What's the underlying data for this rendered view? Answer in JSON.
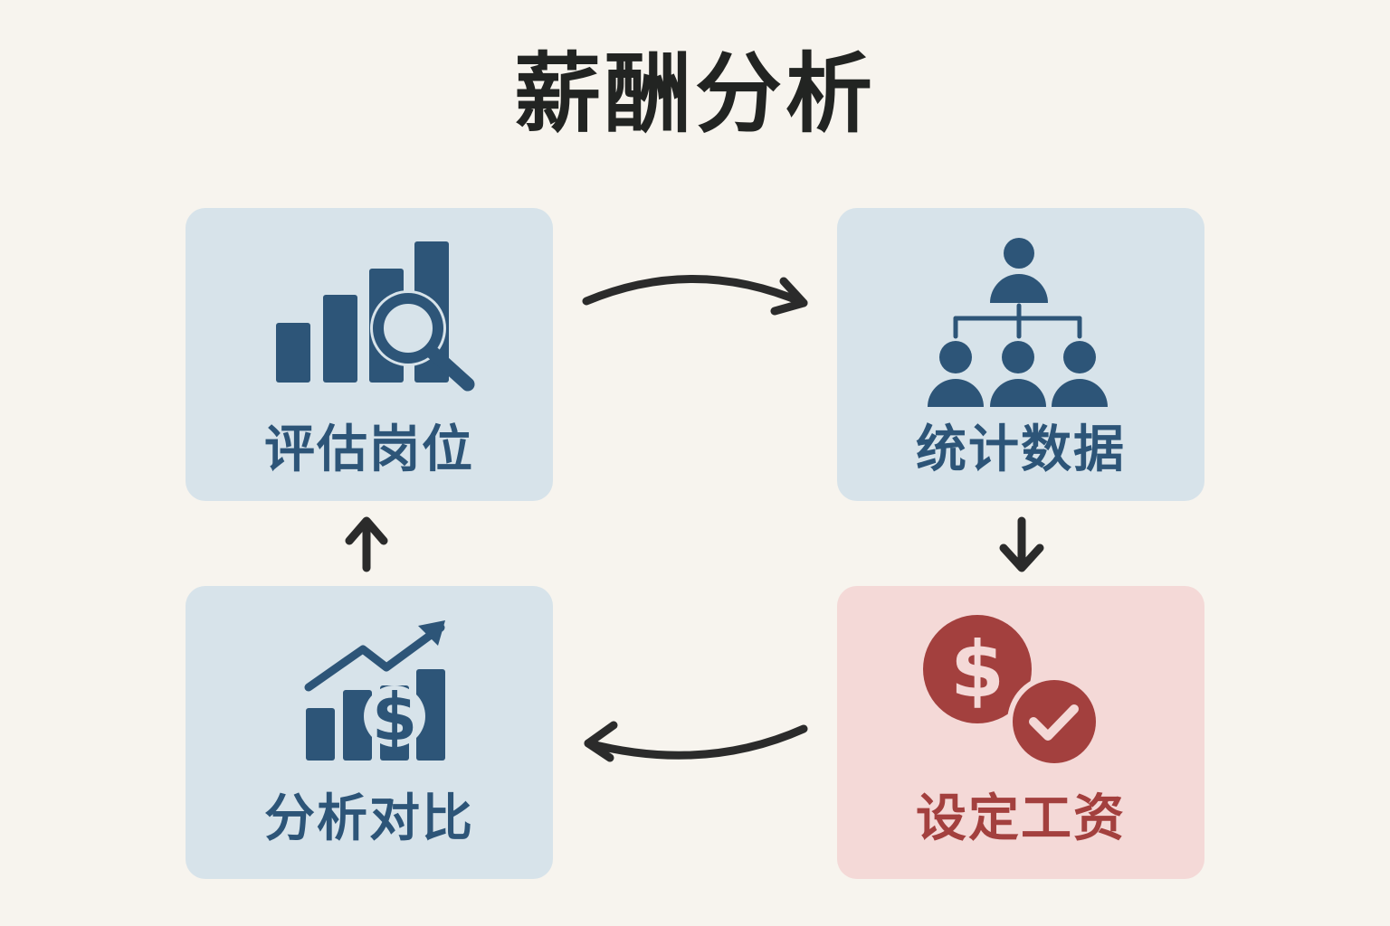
{
  "title": "薪酬分析",
  "steps": [
    {
      "label": "评估岗位",
      "icon": "bar-chart-magnifier-icon"
    },
    {
      "label": "统计数据",
      "icon": "org-chart-people-icon"
    },
    {
      "label": "设定工资",
      "icon": "dollar-coin-check-icon"
    },
    {
      "label": "分析对比",
      "icon": "rising-chart-dollar-icon"
    }
  ],
  "colors": {
    "background": "#f7f4ee",
    "card_blue": "#d7e3ea",
    "card_red": "#f4d9d7",
    "icon_blue": "#2d5578",
    "icon_red": "#a3403e",
    "text_dark": "#222422",
    "arrow": "#2b2b2b"
  }
}
